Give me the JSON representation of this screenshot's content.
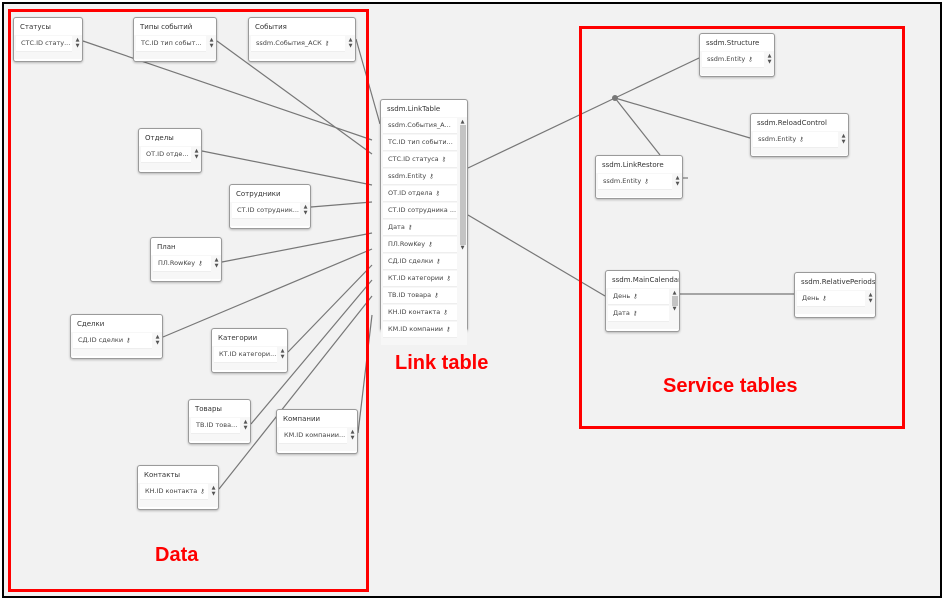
{
  "regions": {
    "data_label": "Data",
    "link_label": "Link table",
    "service_label": "Service tables"
  },
  "colors": {
    "region_border": "#ff0000",
    "canvas": "#f2f2f2",
    "wire": "#777777"
  },
  "tables": {
    "statuses": {
      "title": "Статусы",
      "fields": [
        "СТС.ID стату..."
      ]
    },
    "event_types": {
      "title": "Типы событий",
      "fields": [
        "ТС.ID тип событ..."
      ]
    },
    "events": {
      "title": "События",
      "fields": [
        "ssdm.События_АСК"
      ]
    },
    "departments": {
      "title": "Отделы",
      "fields": [
        "ОТ.ID отде..."
      ]
    },
    "employees": {
      "title": "Сотрудники",
      "fields": [
        "СТ.ID сотрудник..."
      ]
    },
    "plan": {
      "title": "План",
      "fields": [
        "ПЛ.RowKey"
      ]
    },
    "deals": {
      "title": "Сделки",
      "fields": [
        "СД.ID сделки"
      ]
    },
    "categories": {
      "title": "Категории",
      "fields": [
        "КТ.ID категори..."
      ]
    },
    "goods": {
      "title": "Товары",
      "fields": [
        "ТВ.ID това..."
      ]
    },
    "companies": {
      "title": "Компании",
      "fields": [
        "КМ.ID компании..."
      ]
    },
    "contacts": {
      "title": "Контакты",
      "fields": [
        "КН.ID контакта"
      ]
    },
    "link_table": {
      "title": "ssdm.LinkTable",
      "fields": [
        "ssdm.События_А...",
        "ТС.ID тип событи...",
        "СТС.ID статуса",
        "ssdm.Entity",
        "ОТ.ID отдела",
        "СТ.ID сотрудника ...",
        "Дата",
        "ПЛ.RowKey",
        "СД.ID сделки",
        "КТ.ID категории",
        "ТВ.ID товара",
        "КН.ID контакта",
        "КМ.ID компании"
      ]
    },
    "structure": {
      "title": "ssdm.Structure",
      "fields": [
        "ssdm.Entity"
      ]
    },
    "reload_control": {
      "title": "ssdm.ReloadControl",
      "fields": [
        "ssdm.Entity"
      ]
    },
    "link_restore": {
      "title": "ssdm.LinkRestore",
      "fields": [
        "ssdm.Entity"
      ]
    },
    "main_calendar": {
      "title": "ssdm.MainCalendar",
      "fields": [
        "День",
        "Дата"
      ]
    },
    "relative_periods": {
      "title": "ssdm.RelativePeriods",
      "fields": [
        "День"
      ]
    }
  },
  "key_icon": "key-icon"
}
